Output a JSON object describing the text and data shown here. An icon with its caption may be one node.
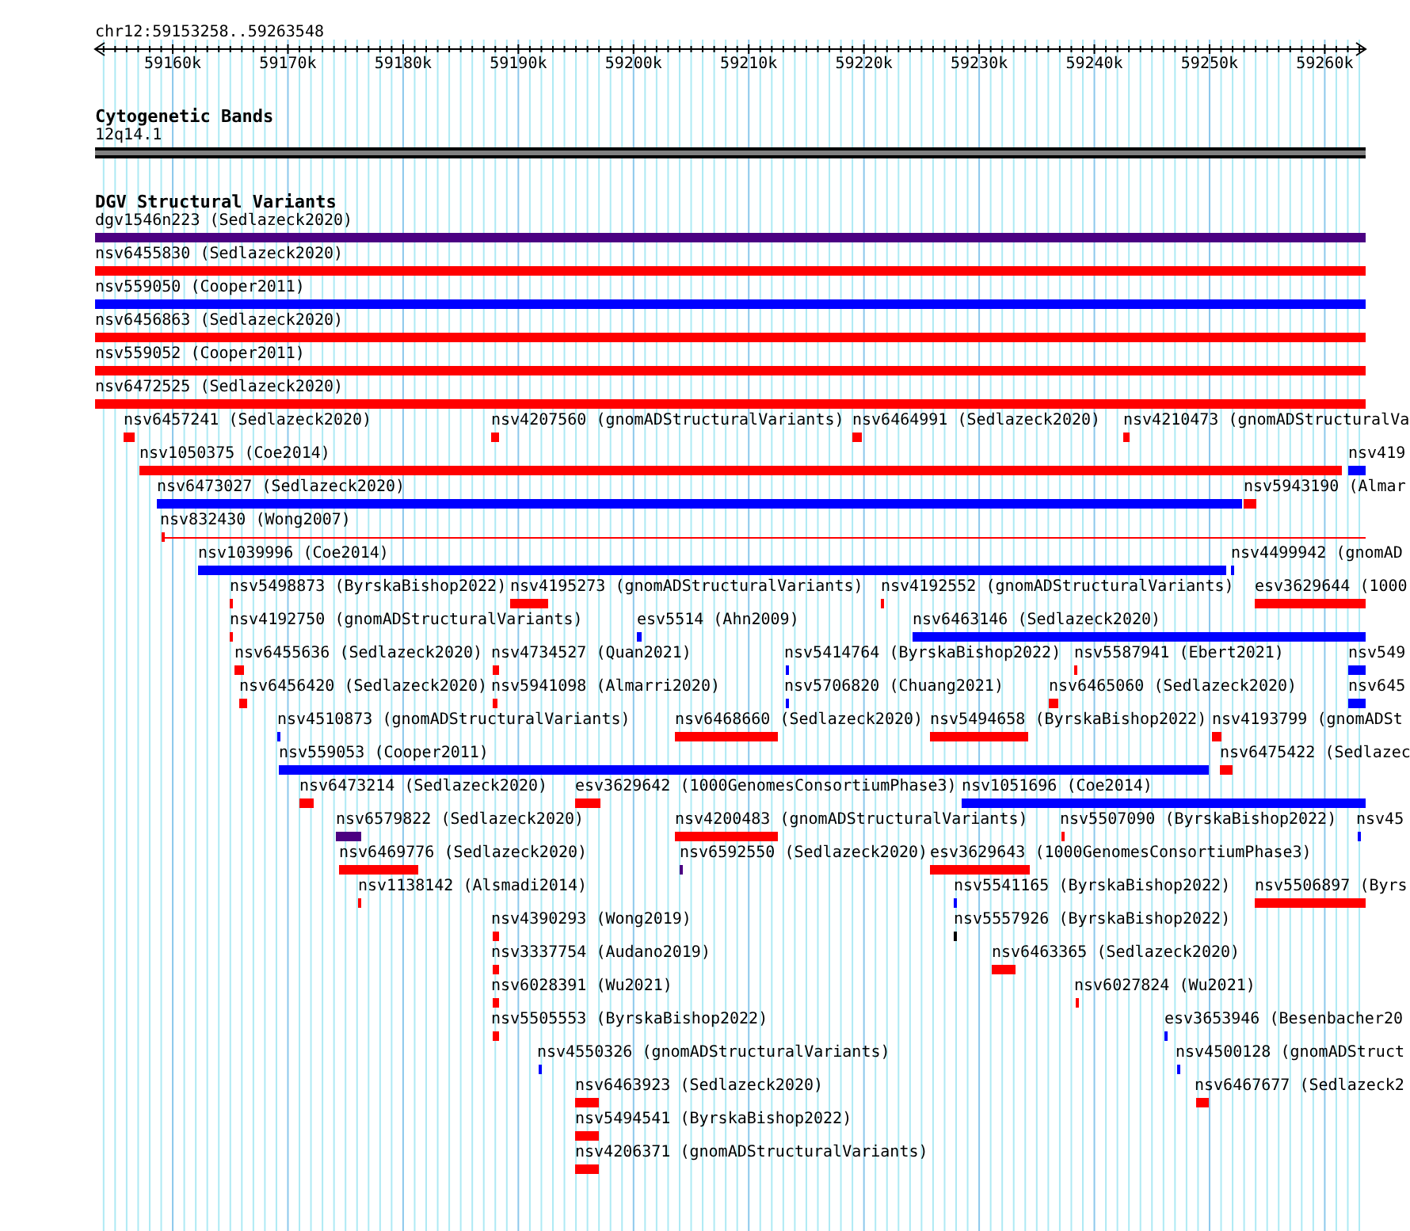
{
  "diagram": {
    "nodes": [
      {
        "text": [
          "12q14.1"
        ]
      },
      {
        "text": [
          "dgv1546n223 (Sedlazeck2020)"
        ]
      },
      {
        "text": [
          "nsv6455830 (Sedlazeck2020)"
        ]
      },
      {
        "text": [
          "nsv559050 (Cooper2011)"
        ]
      },
      {
        "text": [
          "nsv6456863 (Sedlazeck2020)"
        ]
      },
      {
        "text": [
          "nsv559052 (Cooper2011)"
        ]
      },
      {
        "text": [
          "nsv6472525 (Sedlazeck2020)"
        ]
      },
      {
        "text": [
          "nsv6457241 (Sedlazeck2020)"
        ]
      },
      {
        "text": [
          "nsv4207560 (gnomADStructuralVariants)"
        ]
      },
      {
        "text": [
          "nsv6464991 (Sedlazeck2020)"
        ]
      },
      {
        "text": [
          "nsv4210473 (gnomADStructuralVa"
        ]
      },
      {
        "text": [
          "nsv1050375 (Coe2014)"
        ]
      },
      {
        "text": [
          "nsv419"
        ]
      },
      {
        "text": [
          "nsv6473027 (Sedlazeck2020)"
        ]
      },
      {
        "text": [
          "nsv5943190 (Almar"
        ]
      },
      {
        "text": [
          "nsv832430 (Wong2007)"
        ]
      },
      {
        "text": [
          "nsv1039996 (Coe2014)"
        ]
      },
      {
        "text": [
          "nsv4499942 (gnomAD"
        ]
      },
      {
        "text": [
          "nsv5498873 (ByrskaBishop2022)"
        ]
      },
      {
        "text": [
          "nsv4195273 (gnomADStructuralVariants)"
        ]
      },
      {
        "text": [
          "nsv4192552 (gnomADStructuralVariants)"
        ]
      },
      {
        "text": [
          "esv3629644 (1000"
        ]
      },
      {
        "text": [
          "nsv4192750 (gnomADStructuralVariants)"
        ]
      },
      {
        "text": [
          "esv5514 (Ahn2009)"
        ]
      },
      {
        "text": [
          "nsv6463146 (Sedlazeck2020)"
        ]
      },
      {
        "text": [
          "nsv6455636 (Sedlazeck2020)"
        ]
      },
      {
        "text": [
          "nsv4734527 (Quan2021)"
        ]
      },
      {
        "text": [
          "nsv5414764 (ByrskaBishop2022)"
        ]
      },
      {
        "text": [
          "nsv5587941 (Ebert2021)"
        ]
      },
      {
        "text": [
          "nsv549"
        ]
      },
      {
        "text": [
          "nsv6456420 (Sedlazeck2020)"
        ]
      },
      {
        "text": [
          "nsv5941098 (Almarri2020)"
        ]
      },
      {
        "text": [
          "nsv5706820 (Chuang2021)"
        ]
      },
      {
        "text": [
          "nsv6465060 (Sedlazeck2020)"
        ]
      },
      {
        "text": [
          "nsv645"
        ]
      },
      {
        "text": [
          "nsv4510873 (gnomADStructuralVariants)"
        ]
      },
      {
        "text": [
          "nsv6468660 (Sedlazeck2020)"
        ]
      },
      {
        "text": [
          "nsv5494658 (ByrskaBishop2022)"
        ]
      },
      {
        "text": [
          "nsv4193799 (gnomADSt"
        ]
      },
      {
        "text": [
          "nsv559053 (Cooper2011)"
        ]
      },
      {
        "text": [
          "nsv6475422 (Sedlazec"
        ]
      },
      {
        "text": [
          "nsv6473214 (Sedlazeck2020)"
        ]
      },
      {
        "text": [
          "esv3629642 (1000GenomesConsortiumPhase3)"
        ]
      },
      {
        "text": [
          "nsv1051696 (Coe2014)"
        ]
      },
      {
        "text": [
          "nsv6579822 (Sedlazeck2020)"
        ]
      },
      {
        "text": [
          "nsv4200483 (gnomADStructuralVariants)"
        ]
      },
      {
        "text": [
          "nsv5507090 (ByrskaBishop2022)"
        ]
      },
      {
        "text": [
          "nsv45"
        ]
      },
      {
        "text": [
          "nsv6469776 (Sedlazeck2020)"
        ]
      },
      {
        "text": [
          "nsv6592550 (Sedlazeck2020)"
        ]
      },
      {
        "text": [
          "esv3629643 (1000GenomesConsortiumPhase3)"
        ]
      },
      {
        "text": [
          "nsv1138142 (Alsmadi2014)"
        ]
      },
      {
        "text": [
          "nsv5541165 (ByrskaBishop2022)"
        ]
      },
      {
        "text": [
          "nsv5506897 (Byrs"
        ]
      },
      {
        "text": [
          "nsv4390293 (Wong2019)"
        ]
      },
      {
        "text": [
          "nsv5557926 (ByrskaBishop2022)"
        ]
      },
      {
        "text": [
          "nsv3337754 (Audano2019)"
        ]
      },
      {
        "text": [
          "nsv6463365 (Sedlazeck2020)"
        ]
      },
      {
        "text": [
          "nsv6028391 (Wu2021)"
        ]
      },
      {
        "text": [
          "nsv6027824 (Wu2021)"
        ]
      },
      {
        "text": [
          "nsv5505553 (ByrskaBishop2022)"
        ]
      },
      {
        "text": [
          "esv3653946 (Besenbacher20"
        ]
      },
      {
        "text": [
          "nsv4550326 (gnomADStructuralVariants)"
        ]
      },
      {
        "text": [
          "nsv4500128 (gnomADStruct"
        ]
      },
      {
        "text": [
          "nsv6463923 (Sedlazeck2020)"
        ]
      },
      {
        "text": [
          "nsv6467677 (Sedlazeck2"
        ]
      },
      {
        "text": [
          "nsv5494541 (ByrskaBishop2022)"
        ]
      },
      {
        "text": [
          "nsv4206371 (gnomADStructuralVariants)"
        ]
      }
    ],
    "labels": [
      "chr12:59153258..59263548",
      "59160k",
      "59170k",
      "59180k",
      "59190k",
      "59200k",
      "59210k",
      "59220k",
      "59230k",
      "59240k",
      "59250k",
      "59260k",
      "Cytogenetic Bands",
      "DGV Structural Variants"
    ]
  }
}
